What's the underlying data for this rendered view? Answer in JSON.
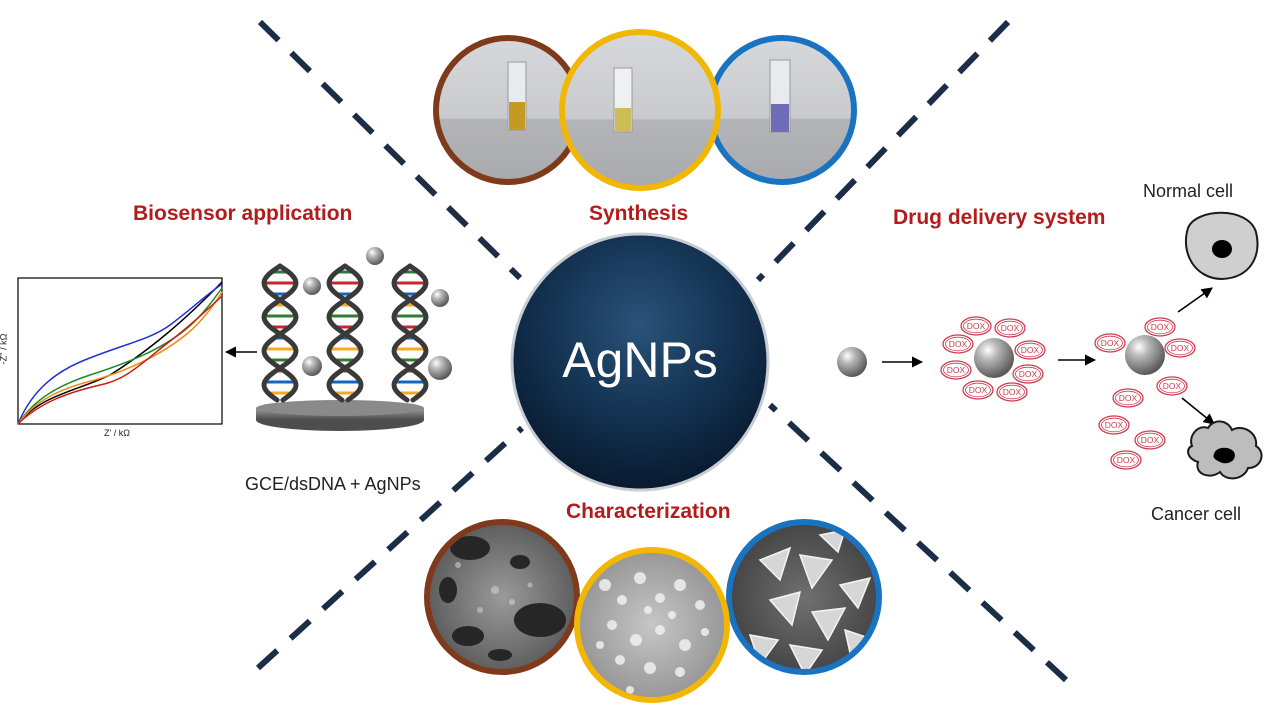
{
  "center": {
    "label": "AgNPs"
  },
  "sections": {
    "synthesis": "Synthesis",
    "characterization": "Characterization",
    "biosensor": "Biosensor application",
    "drug_delivery": "Drug delivery system"
  },
  "biosensor": {
    "electrode_label": "GCE/dsDNA + AgNPs",
    "plot_ylabel": "-Z'' / kΩ",
    "plot_xlabel": "Z' / kΩ"
  },
  "drug": {
    "tag": "DOX",
    "normal_cell": "Normal cell",
    "cancer_cell": "Cancer cell"
  },
  "colors": {
    "brown_ring": "#7f3a1c",
    "gold_ring": "#f2b705",
    "blue_ring": "#1a73c0",
    "center_fill": "#0e2a47",
    "label_red": "#b31c1c",
    "dashed_line": "#1b2d47",
    "dox_stroke": "#d03a4f"
  },
  "icons": [
    "dna-helix-icon",
    "nanoparticle-icon",
    "arrow-icon",
    "cell-icon"
  ]
}
